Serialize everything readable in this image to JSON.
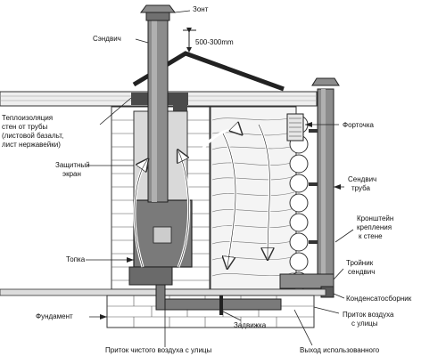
{
  "labels": {
    "hood": "Зонт",
    "sandwich_top": "Сэндвич",
    "clearance": "500-300mm",
    "insulation_1": "Теплоизоляция",
    "insulation_2": "стен от трубы",
    "insulation_3": "(листовой базальт,",
    "insulation_4": "лист нержавейки)",
    "vent_window": "Форточка",
    "shield_1": "Защитный",
    "shield_2": "экран",
    "sandwich_pipe_1": "Сендвич",
    "sandwich_pipe_2": "труба",
    "bracket_1": "Кронштейн",
    "bracket_2": "крепления",
    "bracket_3": "к стене",
    "firebox": "Топка",
    "tee_1": "Тройник",
    "tee_2": "сендвич",
    "condensate": "Конденсатосборник",
    "foundation": "Фундамент",
    "air_in_1": "Приток воздуха",
    "air_in_2": "с улицы",
    "damper": "Задвижка",
    "clean_air": "Приток чистого воздуха с улицы",
    "exhaust": "Выход использованного"
  },
  "colors": {
    "pipe": "#8c8c8c",
    "pipe_dark": "#3c3c3c",
    "insulation": "#4a4a4a",
    "brick": "#ffffff",
    "wood": "#f2f2f2",
    "arrow": "#ffffff"
  }
}
